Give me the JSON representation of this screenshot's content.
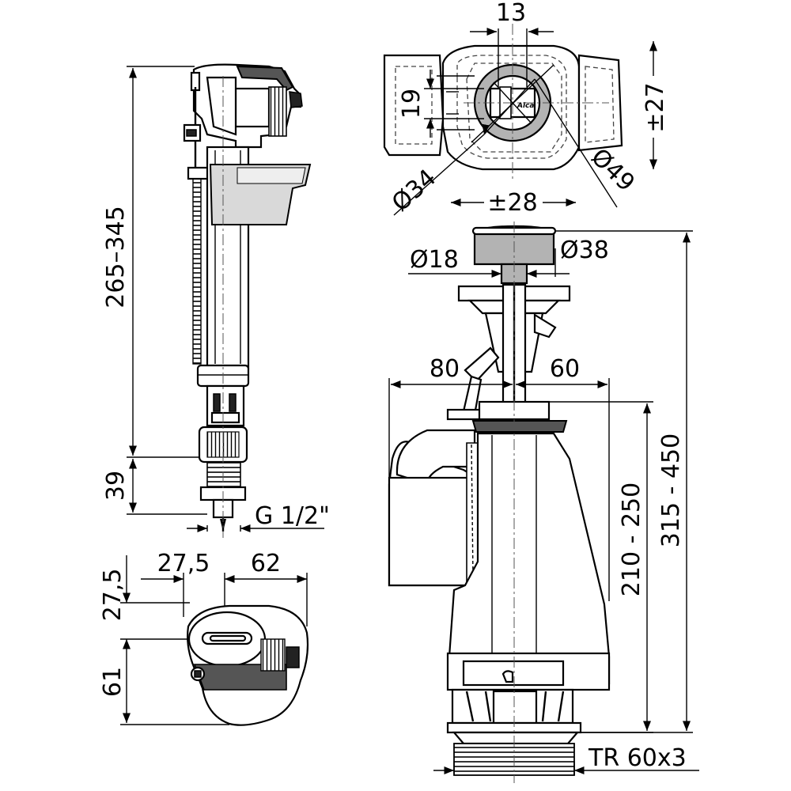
{
  "dimensions": {
    "fill_valve_height": "265–345",
    "fill_valve_thread_len": "39",
    "fill_valve_thread": "G 1/2\"",
    "top_view_offset_a": "27,5",
    "top_view_width": "62",
    "top_view_offset_b": "27,5",
    "top_view_depth": "61",
    "button_hole": "13",
    "button_hole_b": "19",
    "lateral_travel_v": "±27",
    "lateral_travel_h": "±28",
    "button_inner_dia": "Ø34",
    "button_outer_dia": "Ø49",
    "neck_dia": "Ø18",
    "cap_dia": "Ø38",
    "left_reach": "80",
    "right_reach": "60",
    "flush_inner_height": "210 - 250",
    "flush_total_height": "315 - 450",
    "outlet_thread": "TR 60x3"
  },
  "logo_text": "Alca"
}
